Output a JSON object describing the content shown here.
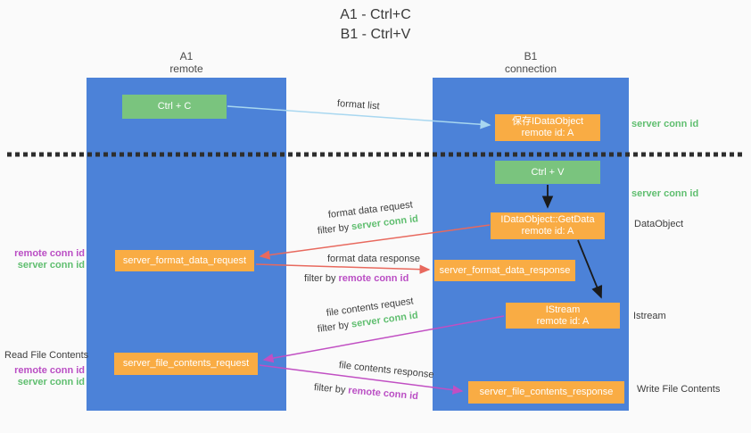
{
  "title": {
    "line1": "A1 - Ctrl+C",
    "line2": "B1 - Ctrl+V"
  },
  "columns": {
    "left": {
      "name": "A1",
      "subtitle": "remote"
    },
    "right": {
      "name": "B1",
      "subtitle": "connection"
    }
  },
  "nodes": {
    "ctrl_c": {
      "label": "Ctrl + C"
    },
    "save_idataobject": {
      "line1": "保存IDataObject",
      "line2": "remote id: A"
    },
    "ctrl_v": {
      "label": "Ctrl + V"
    },
    "getdata": {
      "line1": "IDataObject::GetData",
      "line2": "remote id: A"
    },
    "format_request": {
      "label": "server_format_data_request"
    },
    "format_response": {
      "label": "server_format_data_response"
    },
    "istream": {
      "line1": "IStream",
      "line2": "remote id: A"
    },
    "file_request": {
      "label": "server_file_contents_request"
    },
    "file_response": {
      "label": "server_file_contents_response"
    }
  },
  "flow_labels": {
    "format_list": "format list",
    "format_data_request": "format data request",
    "format_data_response": "format data response",
    "file_contents_request": "file contents request",
    "file_contents_response": "file contents response",
    "filter_by": "filter by",
    "server_conn_id": "server conn id",
    "remote_conn_id": "remote conn id"
  },
  "annotations": {
    "right": {
      "server_conn_id_top": "server conn id",
      "server_conn_id_mid": "server conn id",
      "dataobject": "DataObject",
      "istream": "Istream",
      "write_file_contents": "Write File Contents"
    },
    "left": {
      "remote_conn_id_1": "remote conn id",
      "server_conn_id_1": "server conn id",
      "read_file_contents": "Read File Contents",
      "remote_conn_id_2": "remote conn id",
      "server_conn_id_2": "server conn id"
    }
  },
  "colors": {
    "column_blue": "#4c82d8",
    "node_orange": "#f9ac44",
    "button_green": "#7ac47e",
    "arrow_lightblue": "#a8d7f0",
    "arrow_red": "#e8695e",
    "arrow_magenta": "#c14fc3",
    "arrow_black": "#1a1a1a",
    "text_green": "#5fbe6f",
    "text_purple": "#ba4ec4",
    "text_dark": "#3d3d3d"
  }
}
